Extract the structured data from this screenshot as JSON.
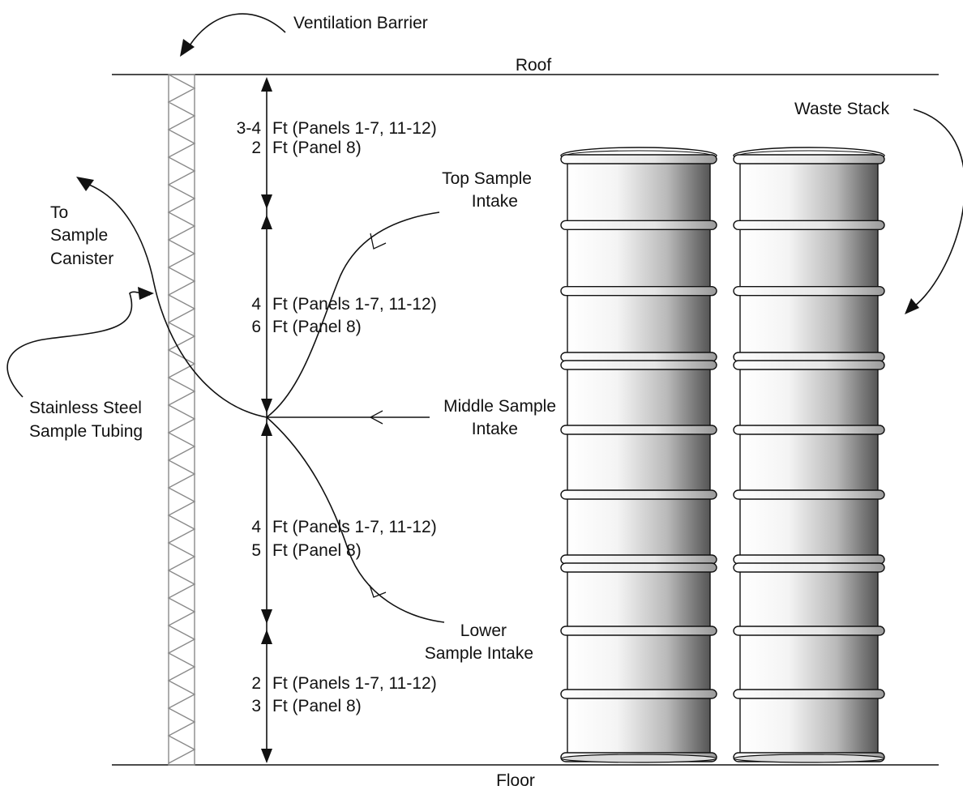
{
  "labels": {
    "roof": "Roof",
    "floor": "Floor",
    "ventilation_barrier": "Ventilation Barrier",
    "waste_stack": "Waste Stack",
    "to_sample_canister": [
      "To",
      "Sample",
      "Canister"
    ],
    "tubing": [
      "Stainless Steel",
      "Sample Tubing"
    ],
    "top_intake": [
      "Top Sample",
      "Intake"
    ],
    "middle_intake": [
      "Middle Sample",
      "Intake"
    ],
    "lower_intake": [
      "Lower",
      "Sample Intake"
    ]
  },
  "dimensions": [
    {
      "num1": "3-4",
      "rest1": "Ft (Panels 1-7, 11-12)",
      "num2": "2",
      "rest2": "Ft (Panel 8)"
    },
    {
      "num1": "4",
      "rest1": "Ft (Panels 1-7, 11-12)",
      "num2": "6",
      "rest2": "Ft (Panel 8)"
    },
    {
      "num1": "4",
      "rest1": "Ft (Panels 1-7, 11-12)",
      "num2": "5",
      "rest2": "Ft (Panel 8)"
    },
    {
      "num1": "2",
      "rest1": "Ft (Panels 1-7, 11-12)",
      "num2": "3",
      "rest2": "Ft (Panel 8)"
    }
  ],
  "colors": {
    "line": "#111111",
    "lattice": "#8a8a8a",
    "drum_light": "#ffffff",
    "drum_dark": "#5a5a5a"
  }
}
